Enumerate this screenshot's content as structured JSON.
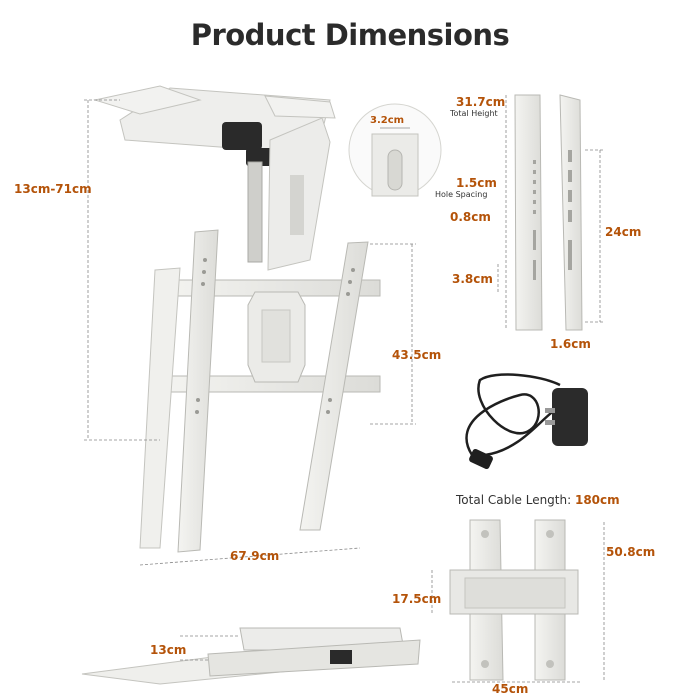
{
  "title": "Product Dimensions",
  "labels": {
    "height_range": "13cm-71cm",
    "vesa_height": "43.5cm",
    "vesa_width": "67.9cm",
    "total_height": "31.7cm",
    "total_height_caption": "Total Height",
    "slot_width": "3.2cm",
    "hole_spacing": "1.5cm",
    "hole_spacing_caption": "Hole Spacing",
    "hole_small": "0.8cm",
    "slot_length": "3.8cm",
    "rail_height": "24cm",
    "rail_width": "1.6cm",
    "cable_caption": "Total Cable Length:",
    "cable_length": "180cm",
    "plate_height": "50.8cm",
    "plate_inner": "17.5cm",
    "plate_width": "45cm",
    "base_height": "13cm"
  },
  "colors": {
    "accent": "#b45309",
    "metal": "#e9e9e6",
    "metal_edge": "#b9b9b4",
    "dark": "#2a2a2a"
  }
}
